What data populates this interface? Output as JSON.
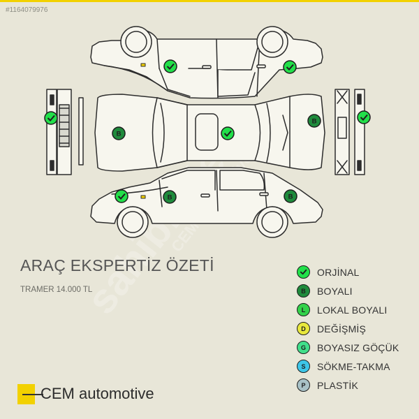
{
  "listing_id": "#1164079976",
  "summary": {
    "title": "ARAÇ EKSPERTİZ ÖZETİ",
    "tramer": "TRAMER 14.000 TL"
  },
  "legend": [
    {
      "letter": "",
      "icon": "check-icon",
      "label": "ORJİNAL",
      "color": "#22e04a"
    },
    {
      "letter": "B",
      "label": "BOYALI",
      "color": "#1f8b3c"
    },
    {
      "letter": "L",
      "label": "LOKAL BOYALI",
      "color": "#33d24a"
    },
    {
      "letter": "D",
      "label": "DEĞİŞMİŞ",
      "color": "#e8e83c"
    },
    {
      "letter": "G",
      "label": "BOYASIZ GÖÇÜK",
      "color": "#41df8a"
    },
    {
      "letter": "S",
      "label": "SÖKME-TAKMA",
      "color": "#3dc6e8"
    },
    {
      "letter": "P",
      "label": "PLASTİK",
      "color": "#a9c2c7"
    }
  ],
  "markers": {
    "top_left_door": {
      "status": "ORJİNAL",
      "icon": "check-icon"
    },
    "top_right_door": {
      "status": "ORJİNAL",
      "icon": "check-icon"
    },
    "front_bumper": {
      "status": "ORJİNAL",
      "icon": "check-icon"
    },
    "hood": {
      "status": "BOYALI",
      "letter": "B"
    },
    "roof": {
      "status": "ORJİNAL",
      "icon": "check-icon"
    },
    "trunk": {
      "status": "BOYALI",
      "letter": "B"
    },
    "rear_bumper": {
      "status": "ORJİNAL",
      "icon": "check-icon"
    },
    "bottom_front_fender": {
      "status": "ORJİNAL",
      "icon": "check-icon"
    },
    "bottom_front_door": {
      "status": "BOYALI",
      "letter": "B"
    },
    "bottom_rear_fender": {
      "status": "BOYALI",
      "letter": "B"
    }
  },
  "brand": {
    "name": "CEM automotive"
  },
  "watermark": {
    "text": "sahibinden",
    "subtext": "CEM automotive"
  },
  "colors": {
    "accent": "#f2d100",
    "original": "#22e04a",
    "painted": "#1f8b3c",
    "background": "#e8e6d8"
  }
}
